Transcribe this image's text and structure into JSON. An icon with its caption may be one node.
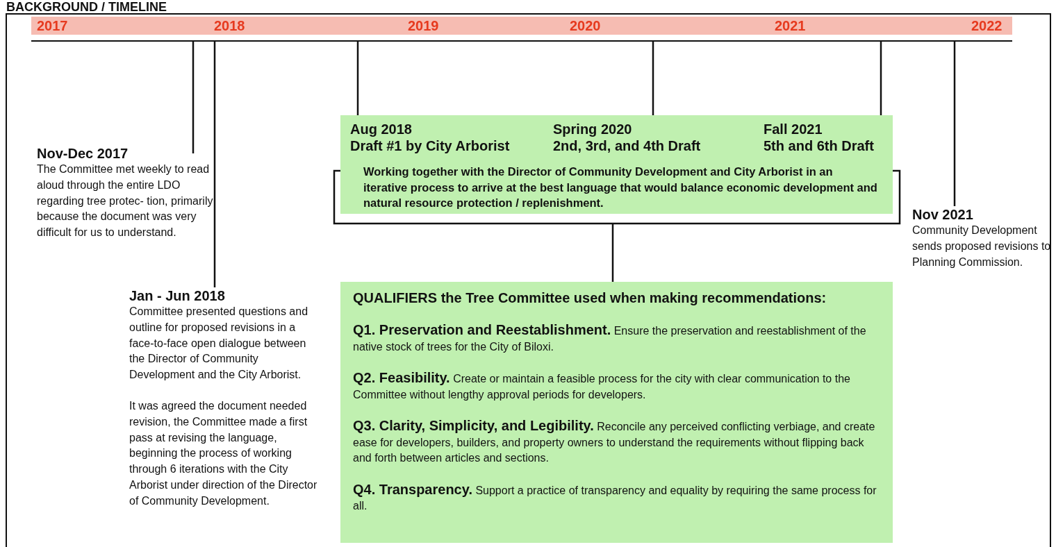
{
  "diagram": {
    "title": "BACKGROUND / TIMELINE",
    "nodes": [
      {
        "text": [
          "2017",
          "2018",
          "2019",
          "2020",
          "2021",
          "2022"
        ]
      },
      {
        "text": [
          "Nov-Dec 2017",
          "The Committee met weekly to read aloud through the entire LDO regarding tree protec- tion, primarily because the document was very difficult for us to understand."
        ]
      },
      {
        "text": [
          "Jan - Jun 2018",
          "Committee presented questions and outline for proposed revisions in a face-to-face open dialogue between the Director of Community Development and the City Arborist.",
          "It was agreed the document needed revision, the Committee made a first pass at revising the language, beginning the process of working through 6 iterations with the City Arborist under direction of the Director of Community Development."
        ]
      },
      {
        "text": [
          "Working together with the Director of Community Development and City Arborist in an iterative process to arrive at the best language that would balance economic development and natural resource protection / replenishment."
        ]
      },
      {
        "text": [
          "Aug 2018",
          "Draft #1 by City Arborist"
        ],
        "in": 3
      },
      {
        "text": [
          "Spring 2020",
          "2nd, 3rd, and 4th Draft"
        ],
        "in": 3
      },
      {
        "text": [
          "Fall 2021",
          "5th and 6th Draft"
        ],
        "in": 3
      },
      {
        "text": [
          "Nov 2021",
          "Community Development sends proposed revisions to Planning Commission."
        ]
      },
      {
        "text": [
          "QUALIFIERS the Tree Committee used when making recommendations:",
          "**Q1. Preservation and Reestablishment.** Ensure the preservation and reestablishment of the native stock of trees for the City of Biloxi.",
          "**Q2. Feasibility.** Create or maintain a feasible process for the city with clear communication to the Committee without lengthy approval periods for developers.",
          "**Q3. Clarity, Simplicity, and Legibility.** Reconcile any perceived conflicting verbiage, and create ease for developers, builders, and property owners to understand the requirements without flipping back and forth between articles and sections.",
          "**Q4. Transparency.** Support a practice of transparency and equality by requiring the same process for all."
        ]
      }
    ],
    "edges": [
      {
        "from": 0,
        "to": 1,
        "arrow": "none"
      },
      {
        "from": 0,
        "to": 2,
        "arrow": "none"
      },
      {
        "from": 0,
        "to": 4,
        "arrow": "none"
      },
      {
        "from": 0,
        "to": 5,
        "arrow": "none"
      },
      {
        "from": 0,
        "to": 6,
        "arrow": "none"
      },
      {
        "from": 0,
        "to": 7,
        "arrow": "none"
      },
      {
        "from": 3,
        "to": 8,
        "arrow": "none"
      }
    ]
  }
}
